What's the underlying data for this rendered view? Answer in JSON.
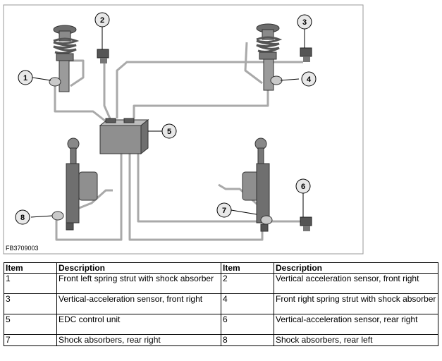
{
  "diagram": {
    "code": "FB3709003",
    "callouts": [
      "1",
      "2",
      "3",
      "4",
      "5",
      "6",
      "7",
      "8"
    ]
  },
  "legend": {
    "headers": [
      "Item",
      "Description",
      "Item",
      "Description"
    ],
    "rows": [
      {
        "item_a": "1",
        "desc_a": "Front left spring strut with shock absorber",
        "item_b": "2",
        "desc_b": "Vertical acceleration sensor, front right"
      },
      {
        "item_a": "3",
        "desc_a": "Vertical-acceleration sensor, front right",
        "item_b": "4",
        "desc_b": "Front right spring strut with shock absorber"
      },
      {
        "item_a": "5",
        "desc_a": "EDC control unit",
        "item_b": "6",
        "desc_b": "Vertical-acceleration sensor, rear right"
      },
      {
        "item_a": "7",
        "desc_a": "Shock absorbers, rear right",
        "item_b": "8",
        "desc_b": "Shock absorbers, rear left"
      }
    ]
  }
}
